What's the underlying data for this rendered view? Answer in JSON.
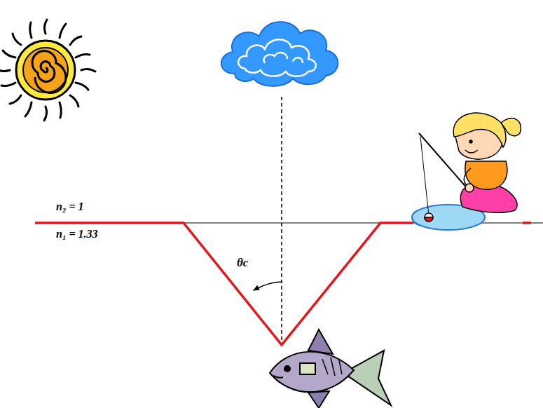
{
  "diagram": {
    "labels": [
      "n₂ = 1",
      "n₁ = 1.33",
      "θc"
    ]
  }
}
